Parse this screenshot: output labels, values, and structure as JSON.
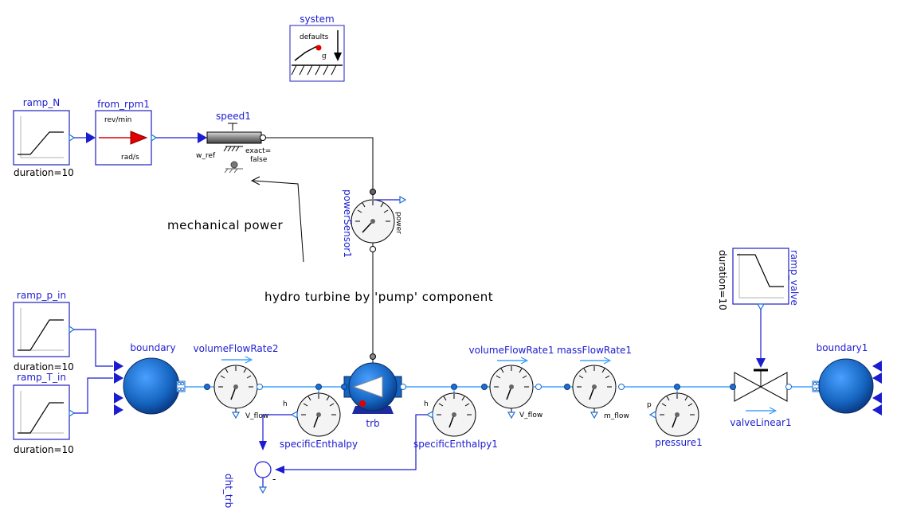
{
  "components": {
    "system": {
      "name": "system",
      "text": "defaults",
      "symbol": "g"
    },
    "ramp_N": {
      "name": "ramp_N",
      "param": "duration=10"
    },
    "from_rpm1": {
      "name": "from_rpm1",
      "in_unit": "rev/min",
      "out_unit": "rad/s"
    },
    "speed1": {
      "name": "speed1",
      "input": "w_ref",
      "param": "exact=\nfalse",
      "param_line1": "exact=",
      "param_line2": "false"
    },
    "powerSensor1": {
      "name": "powerSensor1",
      "output": "power"
    },
    "ramp_p_in": {
      "name": "ramp_p_in",
      "param": "duration=10"
    },
    "ramp_T_in": {
      "name": "ramp_T_in",
      "param": "duration=10"
    },
    "boundary": {
      "name": "boundary"
    },
    "volumeFlowRate2": {
      "name": "volumeFlowRate2",
      "output": "V_flow"
    },
    "specificEnthalpy": {
      "name": "specificEnthalpy",
      "output": "h"
    },
    "trb": {
      "name": "trb"
    },
    "specificEnthalpy1": {
      "name": "specificEnthalpy1",
      "output": "h"
    },
    "volumeFlowRate1": {
      "name": "volumeFlowRate1",
      "output": "V_flow"
    },
    "massFlowRate1": {
      "name": "massFlowRate1",
      "output": "m_flow"
    },
    "pressure1": {
      "name": "pressure1",
      "output": "p"
    },
    "valveLinear1": {
      "name": "valveLinear1"
    },
    "ramp_valve": {
      "name": "ramp_valve",
      "param": "duration=10"
    },
    "boundary1": {
      "name": "boundary1"
    },
    "dht_trb": {
      "name": "dht_trb",
      "minus": "-"
    }
  },
  "annotations": {
    "mechanical_power": "mechanical power",
    "title_note": "hydro turbine by 'pump' component"
  },
  "colors": {
    "component_label": "#1c1cd0",
    "fluid_line": "#1e90ff",
    "signal_line": "#1c1cd0",
    "mech_line": "#000000",
    "boundary_fill": "#1565c0",
    "arrow_red": "#e00000"
  }
}
